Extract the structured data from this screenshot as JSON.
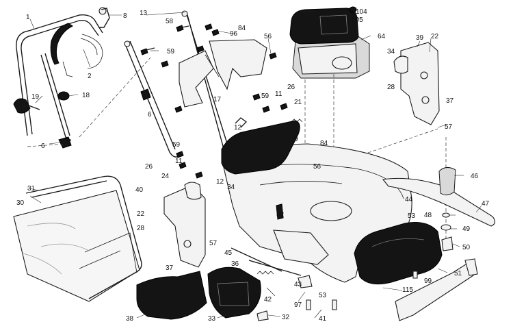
{
  "diagram": {
    "labels": [
      "1",
      "8",
      "13",
      "58",
      "59",
      "2",
      "19",
      "18",
      "6",
      "6",
      "96",
      "84",
      "56",
      "17",
      "59",
      "11",
      "26",
      "21",
      "12",
      "104",
      "105",
      "64",
      "39",
      "22",
      "34",
      "28",
      "37",
      "57",
      "9",
      "84",
      "56",
      "59",
      "11",
      "26",
      "24",
      "12",
      "34",
      "40",
      "31",
      "30",
      "22",
      "28",
      "37",
      "57",
      "45",
      "36",
      "52",
      "43",
      "97",
      "53",
      "41",
      "46",
      "44",
      "53",
      "48",
      "49",
      "47",
      "50",
      "99",
      "51",
      "115",
      "42",
      "38",
      "33",
      "32"
    ]
  }
}
